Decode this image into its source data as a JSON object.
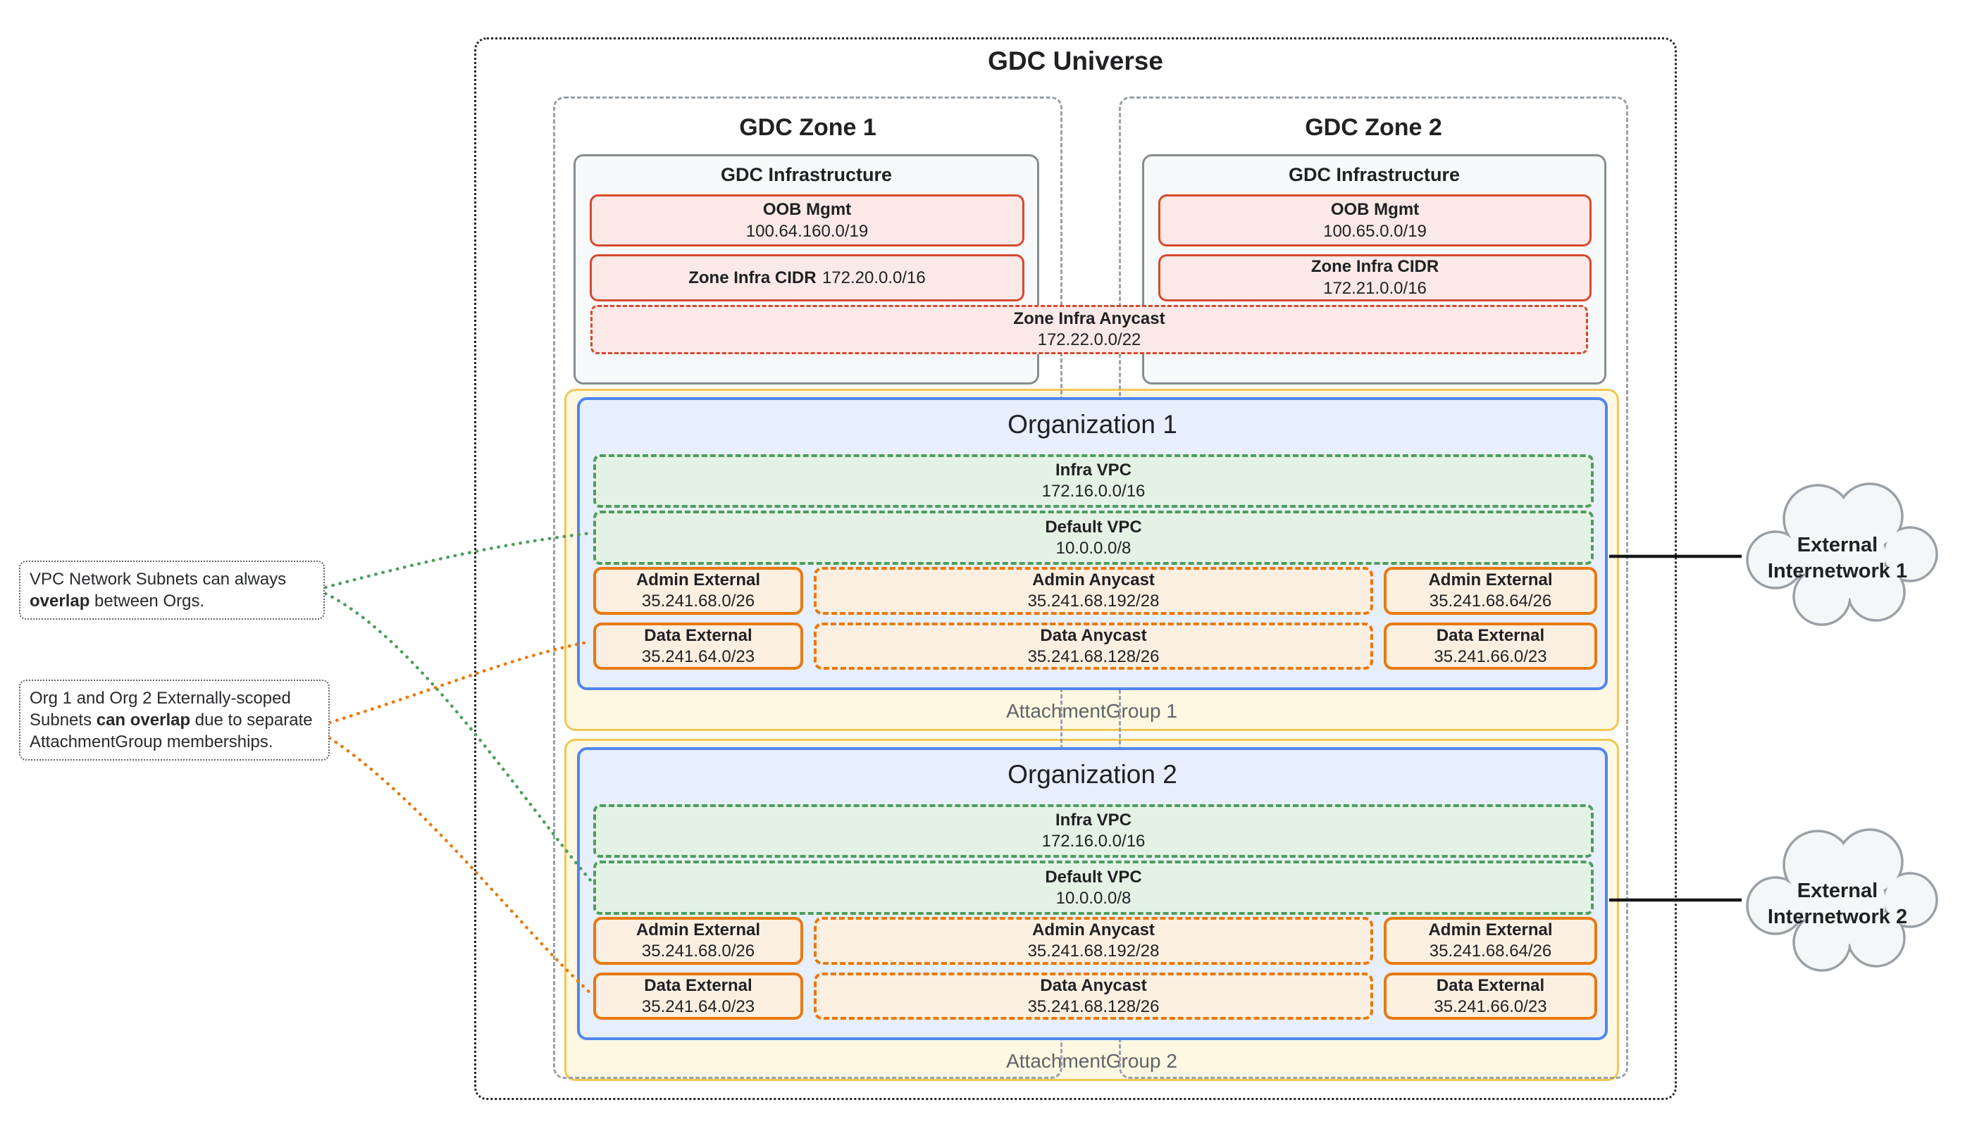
{
  "diagram_title": "GDC Universe",
  "zones": [
    {
      "name": "GDC Zone 1",
      "infrastructure": {
        "title": "GDC Infrastructure",
        "oob": {
          "label": "OOB Mgmt",
          "cidr": "100.64.160.0/19"
        },
        "zone_infra_cidr": {
          "label": "Zone Infra CIDR",
          "cidr": "172.20.0.0/16"
        }
      }
    },
    {
      "name": "GDC Zone 2",
      "infrastructure": {
        "title": "GDC Infrastructure",
        "oob": {
          "label": "OOB Mgmt",
          "cidr": "100.65.0.0/19"
        },
        "zone_infra_cidr": {
          "label": "Zone Infra CIDR",
          "cidr": "172.21.0.0/16"
        }
      }
    }
  ],
  "zone_infra_anycast": {
    "label": "Zone Infra Anycast",
    "cidr": "172.22.0.0/22"
  },
  "organizations": [
    {
      "name": "Organization 1",
      "attachment_group": "AttachmentGroup 1",
      "infra_vpc": {
        "label": "Infra VPC",
        "cidr": "172.16.0.0/16"
      },
      "default_vpc": {
        "label": "Default VPC",
        "cidr": "10.0.0.0/8"
      },
      "subnets": {
        "admin_external_left": {
          "label": "Admin External",
          "cidr": "35.241.68.0/26"
        },
        "admin_anycast": {
          "label": "Admin Anycast",
          "cidr": "35.241.68.192/28"
        },
        "admin_external_right": {
          "label": "Admin External",
          "cidr": "35.241.68.64/26"
        },
        "data_external_left": {
          "label": "Data External",
          "cidr": "35.241.64.0/23"
        },
        "data_anycast": {
          "label": "Data Anycast",
          "cidr": "35.241.68.128/26"
        },
        "data_external_right": {
          "label": "Data External",
          "cidr": "35.241.66.0/23"
        }
      }
    },
    {
      "name": "Organization 2",
      "attachment_group": "AttachmentGroup 2",
      "infra_vpc": {
        "label": "Infra VPC",
        "cidr": "172.16.0.0/16"
      },
      "default_vpc": {
        "label": "Default VPC",
        "cidr": "10.0.0.0/8"
      },
      "subnets": {
        "admin_external_left": {
          "label": "Admin External",
          "cidr": "35.241.68.0/26"
        },
        "admin_anycast": {
          "label": "Admin Anycast",
          "cidr": "35.241.68.192/28"
        },
        "admin_external_right": {
          "label": "Admin External",
          "cidr": "35.241.68.64/26"
        },
        "data_external_left": {
          "label": "Data External",
          "cidr": "35.241.64.0/23"
        },
        "data_anycast": {
          "label": "Data Anycast",
          "cidr": "35.241.68.128/26"
        },
        "data_external_right": {
          "label": "Data External",
          "cidr": "35.241.66.0/23"
        }
      }
    }
  ],
  "external_networks": [
    {
      "label": "External Internetwork 1"
    },
    {
      "label": "External Internetwork 2"
    }
  ],
  "annotations": [
    {
      "pre": "VPC Network Subnets can always ",
      "bold": "overlap",
      "post": " between Orgs."
    },
    {
      "pre": "Org 1 and Org 2 Externally-scoped Subnets ",
      "bold": "can overlap",
      "post": " due to separate AttachmentGroup memberships."
    }
  ],
  "colors": {
    "universe_border": "#212427",
    "zone_border": "#9AA0A6",
    "infra_fill": "#F8F9FA",
    "infra_border": "#868C91",
    "red_fill": "#FAE9E6",
    "red_border": "#D6492F",
    "green_fill": "#E4F2E6",
    "green_border": "#4C9E5D",
    "blue_fill": "#E7EEFC",
    "blue_border": "#5086EC",
    "yellow_fill": "#FEF7E2",
    "yellow_border": "#F1C84F",
    "orange_fill": "#FBEFE1",
    "orange_border": "#E8790F",
    "cloud_fill": "#F4F6F8",
    "cloud_border": "#9AA0A6",
    "annotation_border": "#5F6368",
    "attachment_label_text": "#5F6368",
    "connector_green": "#4C9E5D",
    "connector_orange": "#E8790F",
    "connector_black": "#161719"
  }
}
